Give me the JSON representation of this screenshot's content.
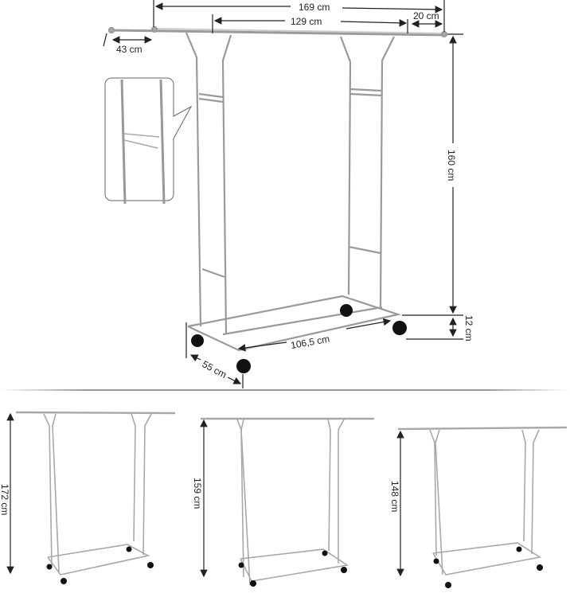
{
  "main_diagram": {
    "dimensions": {
      "total_width": "169 cm",
      "inner_width": "129 cm",
      "extension": "20 cm",
      "side_extension": "43 cm",
      "height": "160 cm",
      "wheel_height": "12 cm",
      "base_length": "106,5 cm",
      "base_depth": "55 cm"
    },
    "inset": "detail-height-adjust"
  },
  "variants": [
    {
      "height": "172 cm"
    },
    {
      "height": "159 cm"
    },
    {
      "height": "148 cm"
    }
  ],
  "colors": {
    "chrome": "#b8b8b8",
    "chrome_dark": "#8a8a8a",
    "line": "#222222",
    "wheel": "#111111"
  }
}
